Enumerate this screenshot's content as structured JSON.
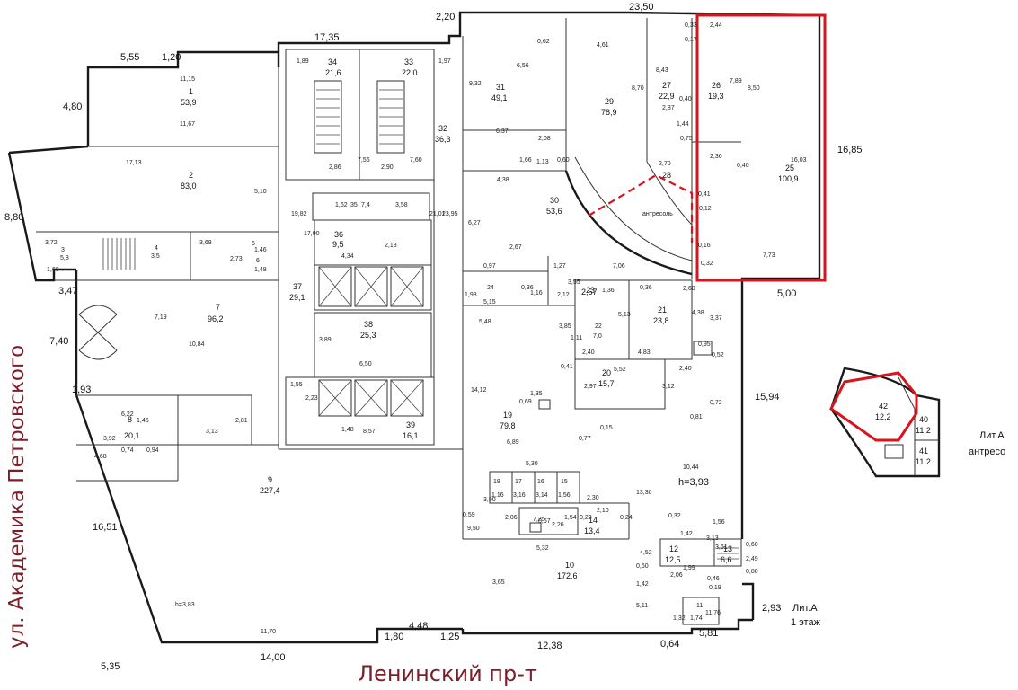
{
  "streets": {
    "left": "ул. Академика Петровского",
    "bottom": "Ленинский пр-т"
  },
  "plan_labels": {
    "ground_floor_lit": "Лит.А",
    "ground_floor_name": "1 этаж",
    "mezzanine_lit": "Лит.А",
    "mezzanine_name": "антресо",
    "mezzanine_word": "антресоль",
    "height_main": "h=3,93",
    "height_left": "h=3,83"
  },
  "colors": {
    "highlight": "#d8151c",
    "street_text": "#7b1f2a",
    "walls": "#1a1a1a"
  },
  "rooms": [
    {
      "no": "1",
      "area": "53,9"
    },
    {
      "no": "2",
      "area": "83,0"
    },
    {
      "no": "3",
      "area": "5,8"
    },
    {
      "no": "4",
      "area": "3,5"
    },
    {
      "no": "5",
      "area": "1,46"
    },
    {
      "no": "6",
      "area": "1,48"
    },
    {
      "no": "7",
      "area": "96,2"
    },
    {
      "no": "8",
      "area": "20,1"
    },
    {
      "no": "9",
      "area": "227,4"
    },
    {
      "no": "10",
      "area": "172,6"
    },
    {
      "no": "11",
      "area": "1,74"
    },
    {
      "no": "12",
      "area": "12,5"
    },
    {
      "no": "13",
      "area": "6,6"
    },
    {
      "no": "14",
      "area": "13,4"
    },
    {
      "no": "15",
      "area": "1,56"
    },
    {
      "no": "16",
      "area": "3,14"
    },
    {
      "no": "17",
      "area": "3,16"
    },
    {
      "no": "18",
      "area": "1,16"
    },
    {
      "no": "19",
      "area": "79,8"
    },
    {
      "no": "20",
      "area": "15,7"
    },
    {
      "no": "21",
      "area": "23,8"
    },
    {
      "no": "22",
      "area": "7,0"
    },
    {
      "no": "23",
      "area": "2,57"
    },
    {
      "no": "24",
      "area": "5,15"
    },
    {
      "no": "25",
      "area": "100,9"
    },
    {
      "no": "26",
      "area": "19,3"
    },
    {
      "no": "27",
      "area": "22,9"
    },
    {
      "no": "28",
      "area": ""
    },
    {
      "no": "29",
      "area": "78,9"
    },
    {
      "no": "30",
      "area": "53,6"
    },
    {
      "no": "31",
      "area": "49,1"
    },
    {
      "no": "32",
      "area": "36,3"
    },
    {
      "no": "33",
      "area": "22,0"
    },
    {
      "no": "34",
      "area": "21,6"
    },
    {
      "no": "35",
      "area": "7,4"
    },
    {
      "no": "36",
      "area": "9,5"
    },
    {
      "no": "37",
      "area": "29,1"
    },
    {
      "no": "38",
      "area": "25,3"
    },
    {
      "no": "39",
      "area": "16,1"
    },
    {
      "no": "40",
      "area": "11,2"
    },
    {
      "no": "41",
      "area": "11,2"
    },
    {
      "no": "42",
      "area": "12,2"
    }
  ],
  "outer_dims": [
    "23,50",
    "17,35",
    "5,55",
    "1,20",
    "2,20",
    "4,80",
    "8,80",
    "3,47",
    "7,40",
    "1,93",
    "16,51",
    "5,35",
    "14,00",
    "1,80",
    "4,48",
    "1,25",
    "12,38",
    "0,64",
    "5,81",
    "2,93",
    "16,85",
    "5,00",
    "15,94",
    "0,60",
    "2,49",
    "0,80"
  ],
  "inner_dims": [
    "11,15",
    "11,67",
    "17,13",
    "5,10",
    "10,84",
    "7,19",
    "3,68",
    "2,73",
    "3,72",
    "1,60",
    "6,22",
    "3,92",
    "1,45",
    "4,68",
    "0,74",
    "0,94",
    "3,13",
    "2,81",
    "11,70",
    "h=3,83",
    "19,82",
    "17,00",
    "21,01",
    "23,95",
    "1,89",
    "1,97",
    "2,86",
    "7,56",
    "2,90",
    "7,60",
    "3,58",
    "1,62",
    "4,34",
    "2,18",
    "3,89",
    "6,50",
    "1,55",
    "2,23",
    "1,48",
    "8,57",
    "9,32",
    "6,56",
    "0,62",
    "6,37",
    "2,08",
    "1,66",
    "1,13",
    "0,60",
    "4,38",
    "6,27",
    "2,67",
    "0,97",
    "1,27",
    "4,61",
    "8,70",
    "8,43",
    "2,87",
    "0,40",
    "0,17",
    "0,33",
    "2,44",
    "7,89",
    "8,50",
    "1,44",
    "0,75",
    "2,70",
    "2,36",
    "0,40",
    "16,03",
    "0,41",
    "0,12",
    "0,16",
    "0,32",
    "7,73",
    "7,06",
    "1,98",
    "0,36",
    "1,16",
    "2,12",
    "1,36",
    "0,36",
    "2,60",
    "3,55",
    "5,48",
    "3,85",
    "1,11",
    "2,40",
    "5,13",
    "4,83",
    "4,38",
    "3,37",
    "0,95",
    "0,52",
    "0,41",
    "5,52",
    "2,40",
    "2,97",
    "3,12",
    "0,81",
    "0,72",
    "14,12",
    "1,35",
    "0,69",
    "6,89",
    "0,77",
    "0,15",
    "5,30",
    "13,30",
    "10,44",
    "3,90",
    "2,06",
    "7,25",
    "0,23",
    "1,54",
    "0,67",
    "2,26",
    "2,30",
    "2,10",
    "0,24",
    "0,59",
    "9,50",
    "5,32",
    "3,65",
    "0,32",
    "1,56",
    "1,42",
    "3,13",
    "4,52",
    "0,60",
    "3,61",
    "2,06",
    "0,46",
    "0,19",
    "5,11",
    "1,42",
    "1,99",
    "1,32",
    "11,76"
  ]
}
